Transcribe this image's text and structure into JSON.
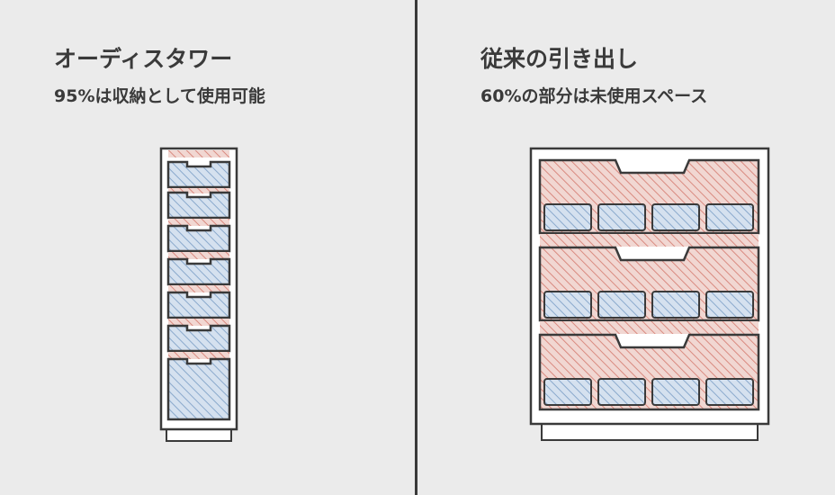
{
  "left": {
    "title": "オーディスタワー",
    "subtitle": "95%は収納として使用可能"
  },
  "right": {
    "title": "従来の引き出し",
    "subtitle": "60%の部分は未使用スペース"
  },
  "colors": {
    "background": "#ebebeb",
    "outline": "#3a3a3a",
    "usable_fill": "#d5e1ef",
    "usable_hatch": "#8aa9cc",
    "unused_fill": "#f1d7d2",
    "unused_hatch": "#d98a80"
  }
}
